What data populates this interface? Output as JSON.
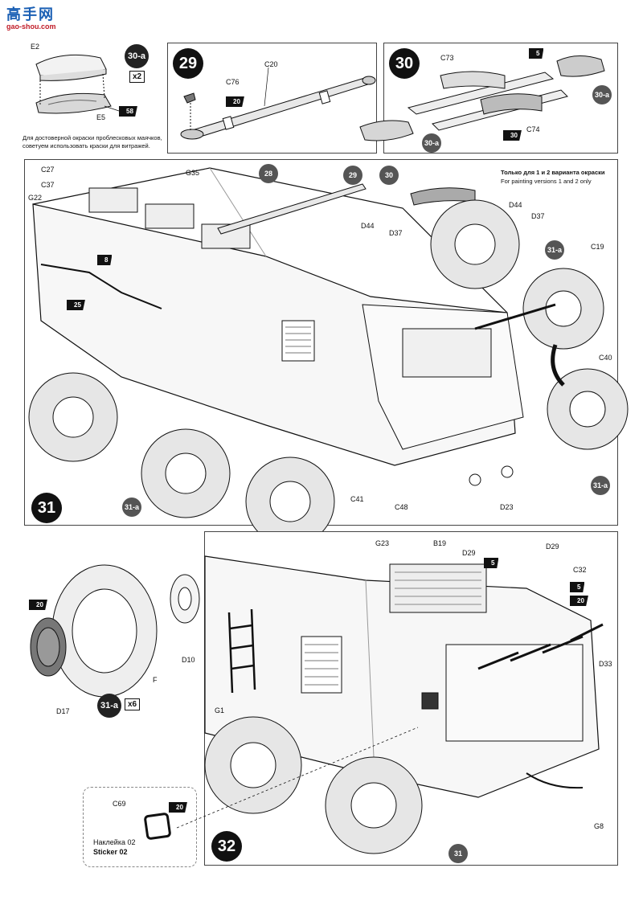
{
  "watermark": {
    "brand": "高手网",
    "url": "gao-shou.com"
  },
  "top_left": {
    "labels": {
      "e2": "E2",
      "e5": "E5"
    },
    "paint_ref": "58",
    "sub_ref": "30-a",
    "multiplier": "x2",
    "note_line1": "Для достоверной окраски проблесковых маячков,",
    "note_line2": "советуем использовать краски для витражей."
  },
  "step29": {
    "number": "29",
    "labels": {
      "c20": "C20",
      "c76": "C76"
    },
    "paint_ref": "20"
  },
  "step30": {
    "number": "30",
    "labels": {
      "c73": "C73",
      "c74": "C74"
    },
    "paint_refs": [
      "5",
      "30"
    ],
    "sub_refs": [
      "30-a",
      "30-a"
    ]
  },
  "step31": {
    "number": "31",
    "step_refs": [
      "28",
      "29",
      "30"
    ],
    "variant_note_ru": "Только для 1 и 2 варианта окраски",
    "variant_note_en": "For painting versions 1 and 2 only",
    "labels": {
      "c27": "C27",
      "c37": "C37",
      "g22": "G22",
      "g35": "G35",
      "d44_a": "D44",
      "d37_a": "D37",
      "d44_b": "D44",
      "d37_b": "D37",
      "c19": "C19",
      "c40": "C40",
      "c41": "C41",
      "c48": "C48",
      "d23": "D23"
    },
    "paint_refs": [
      "8",
      "25"
    ],
    "wheel_refs": [
      "31-a",
      "31-a",
      "31-a"
    ]
  },
  "step31a": {
    "labels": {
      "d10": "D10",
      "f": "F",
      "d17": "D17"
    },
    "paint_ref": "20",
    "sub_ref": "31-a",
    "multiplier": "x6",
    "sticker": {
      "part": "C69",
      "paint_ref": "20",
      "label_ru": "Наклейка 02",
      "label_en": "Sticker 02"
    }
  },
  "step32": {
    "number": "32",
    "labels": {
      "g23": "G23",
      "b19": "B19",
      "d29_a": "D29",
      "d29_b": "D29",
      "c32": "C32",
      "d33": "D33",
      "g1": "G1",
      "g8": "G8"
    },
    "paint_refs": [
      "5",
      "5",
      "20"
    ],
    "step_ref": "31"
  }
}
